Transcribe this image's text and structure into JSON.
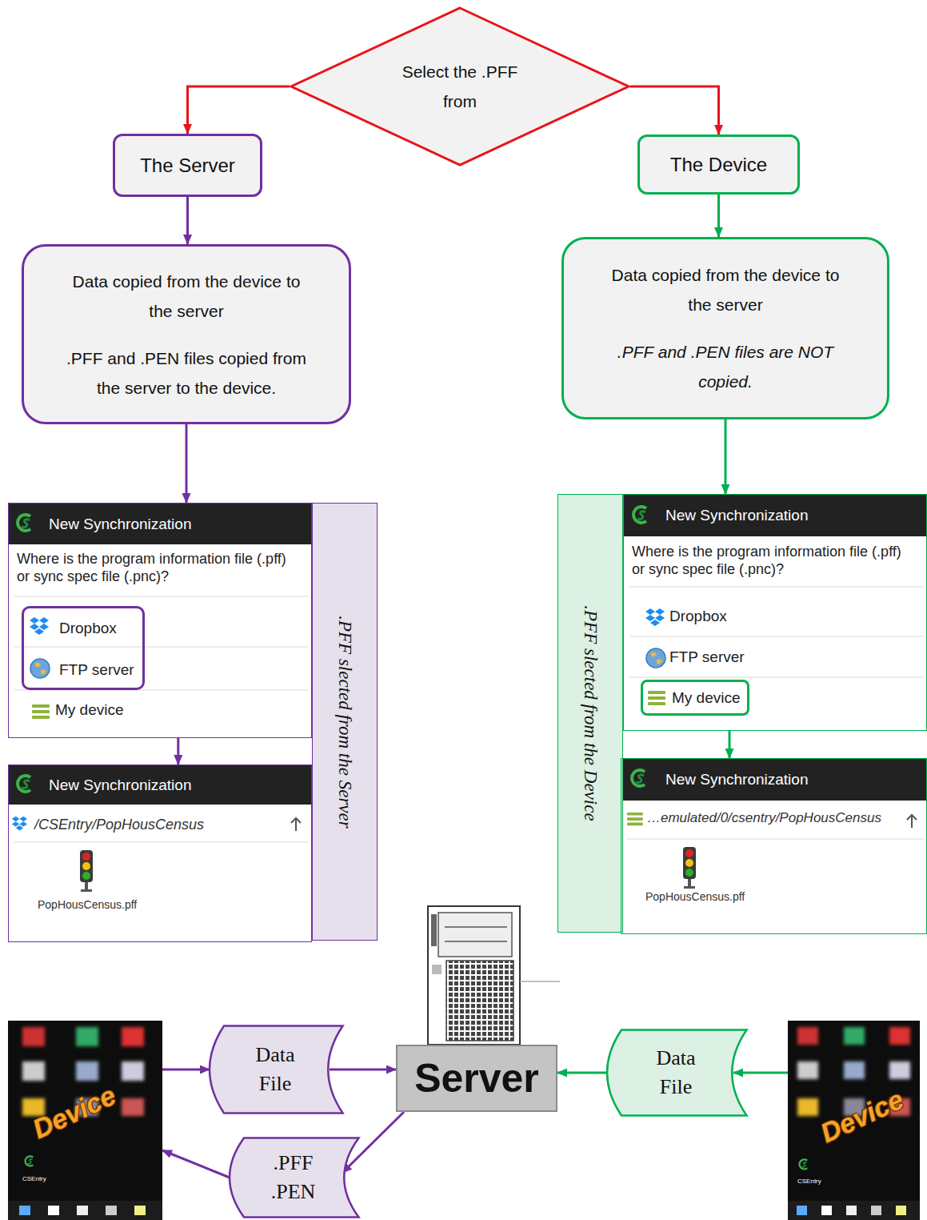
{
  "diagram": {
    "nodes": [
      {
        "text": [
          "Select the .PFF from"
        ]
      },
      {
        "text": [
          "The Server"
        ]
      },
      {
        "text": [
          "The Device"
        ]
      },
      {
        "text": [
          "Data copied from the device to the server",
          ".PFF and .PEN files copied from the server to the device."
        ]
      },
      {
        "text": [
          "Data copied from the device to the server",
          ".PFF and .PEN files are NOT copied."
        ]
      },
      {
        "text": [
          "New Synchronization",
          "Where is the program information file (.pff) or sync spec file (.pnc)?",
          "My device"
        ]
      },
      {
        "text": [
          "Dropbox",
          "FTP server"
        ],
        "in": 5
      },
      {
        "text": [
          ".PFF slected from the Server"
        ]
      },
      {
        "text": [
          ".PFF slected from the Device"
        ]
      },
      {
        "text": [
          "New Synchronization",
          "Where is the program information file (.pff) or sync spec file (.pnc)?",
          "Dropbox",
          "FTP server"
        ]
      },
      {
        "text": [
          "My device"
        ],
        "in": 9
      },
      {
        "text": [
          "New Synchronization",
          "/CSEntry/PopHousCensus",
          "PopHousCensus.pff"
        ]
      },
      {
        "text": [
          "New Synchronization",
          "…emulated/0/csentry/PopHousCensus",
          "PopHousCensus.pff"
        ]
      },
      {
        "text": [
          "Server"
        ]
      },
      {
        "text": [
          "Data File"
        ]
      },
      {
        "text": [
          "Data File"
        ]
      },
      {
        "text": [
          ".PFF .PEN"
        ]
      },
      {
        "text": [
          "Device",
          "CSEntry"
        ]
      },
      {
        "text": [
          "Device",
          "CSEntry"
        ]
      }
    ],
    "edges": [
      {
        "from": 0,
        "to": 1,
        "arrow": "to"
      },
      {
        "from": 0,
        "to": 2,
        "arrow": "to"
      },
      {
        "from": 1,
        "to": 3,
        "arrow": "to"
      },
      {
        "from": 2,
        "to": 4,
        "arrow": "to"
      },
      {
        "from": 3,
        "to": 5,
        "arrow": "to"
      },
      {
        "from": 4,
        "to": 9,
        "arrow": "to"
      },
      {
        "from": 5,
        "to": 11,
        "arrow": "to"
      },
      {
        "from": 9,
        "to": 12,
        "arrow": "to"
      },
      {
        "from": 17,
        "to": 14,
        "arrow": "to"
      },
      {
        "from": 14,
        "to": 13,
        "arrow": "to"
      },
      {
        "from": 18,
        "to": 15,
        "arrow": "to"
      },
      {
        "from": 15,
        "to": 13,
        "arrow": "to"
      },
      {
        "from": 13,
        "to": 16,
        "arrow": "to"
      },
      {
        "from": 16,
        "to": 17,
        "arrow": "to"
      }
    ]
  }
}
